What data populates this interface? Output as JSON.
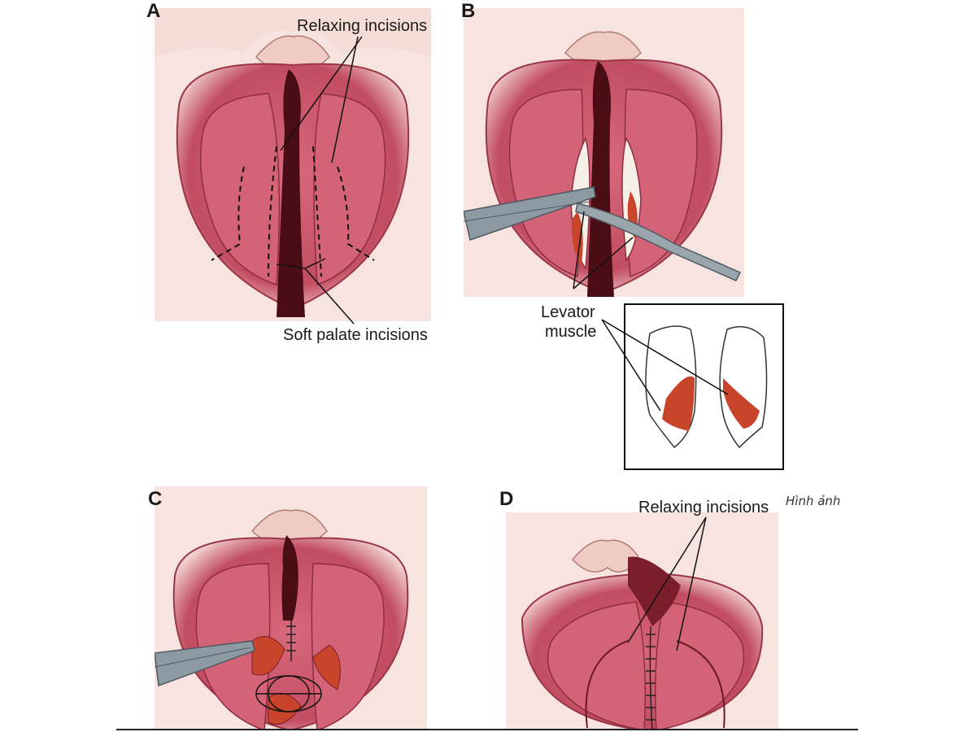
{
  "panels": {
    "a": {
      "letter": "A",
      "callouts": {
        "relaxing": "Relaxing incisions",
        "soft_palate": "Soft palate incisions"
      }
    },
    "b": {
      "letter": "B",
      "callouts": {
        "levator_line1": "Levator",
        "levator_line2": "muscle"
      }
    },
    "c": {
      "letter": "C"
    },
    "d": {
      "letter": "D",
      "callouts": {
        "relaxing": "Relaxing incisions"
      }
    }
  },
  "credit": "Hình ảnh",
  "colors": {
    "tissue": "#c9566a",
    "tissue_light": "#e79aa6",
    "tissue_dark": "#7a1e2c",
    "cavity": "#4a0d15",
    "skin": "#f2d2cc",
    "muscle": "#c8442a",
    "instrument": "#8d9aa3"
  },
  "icons": [
    "forceps-icon",
    "scalpel-icon",
    "suture-icon"
  ]
}
